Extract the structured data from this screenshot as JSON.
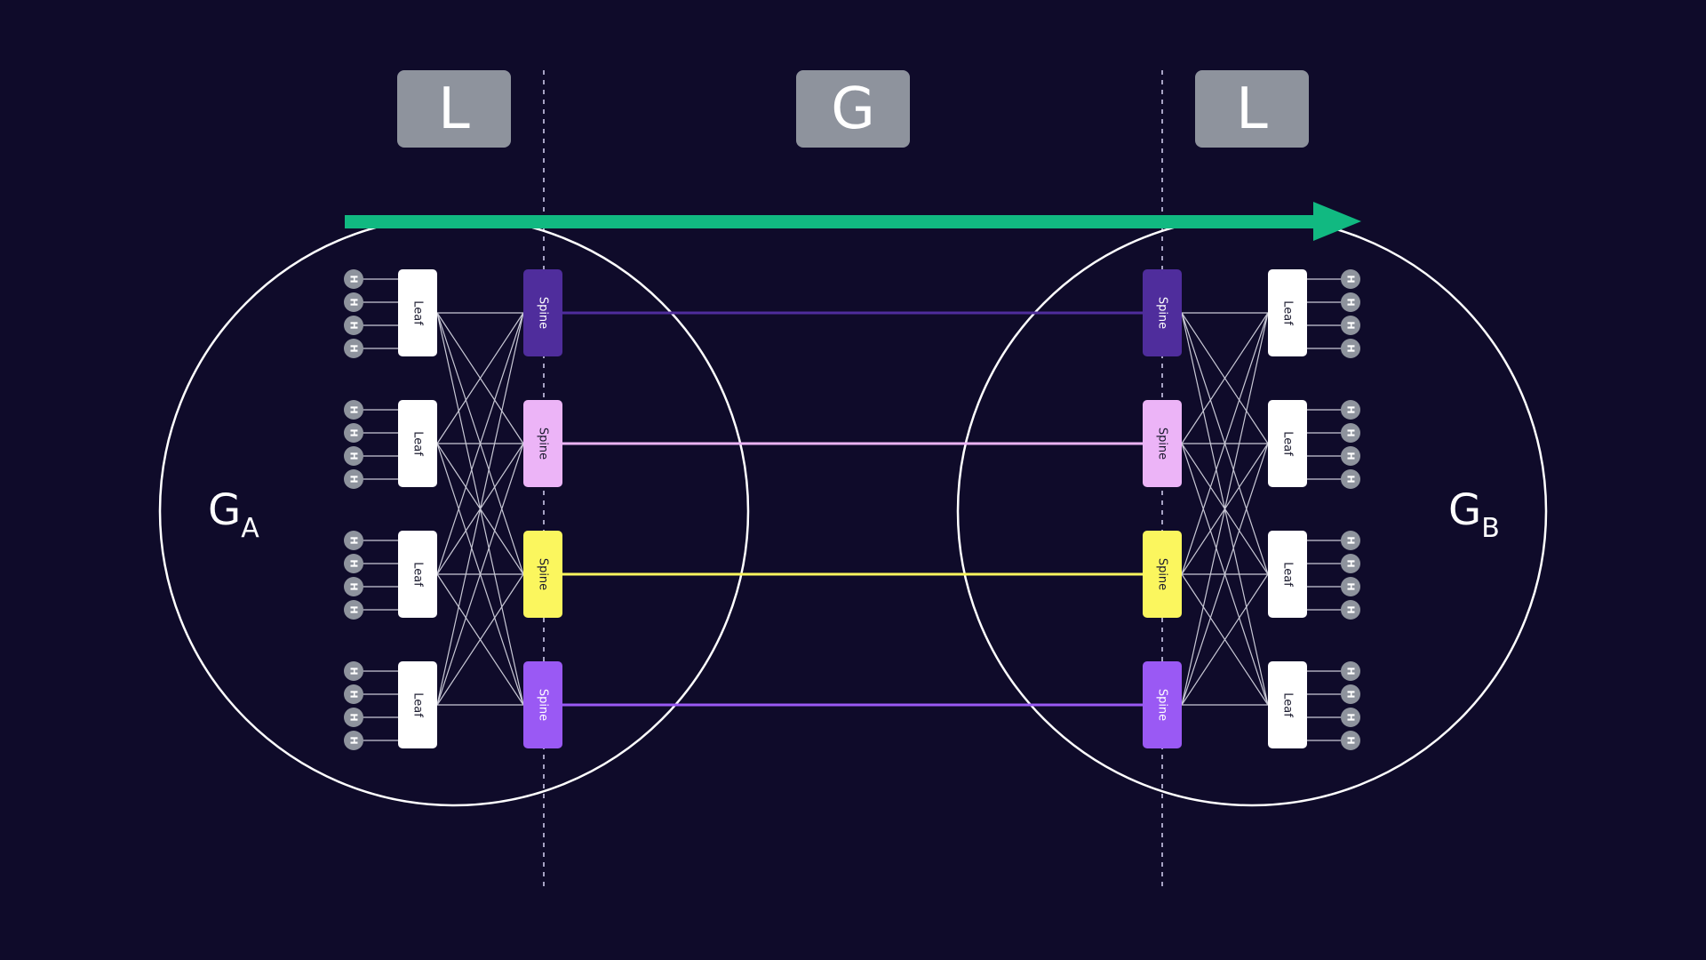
{
  "phases": [
    "L",
    "G",
    "L"
  ],
  "groups": [
    {
      "letter": "G",
      "sub": "A"
    },
    {
      "letter": "G",
      "sub": "B"
    }
  ],
  "leaf_label": "Leaf",
  "spine_label": "Spine",
  "host_label": "H",
  "spine_colors": [
    "#4f2d9c",
    "#ecb4f7",
    "#fbf65e",
    "#9a59f4"
  ],
  "spine_text_colors": [
    "#ffffff",
    "#1a1a2e",
    "#1a1a2e",
    "#ffffff"
  ],
  "arrow_color": "#11b981",
  "circle_color": "#ffffff",
  "mesh_color": "#c9c9d6",
  "host_color": "#8e939d",
  "divider_color": "#a7a3c4",
  "leaves_per_group": 4,
  "spines_per_group": 4,
  "hosts_per_leaf": 4
}
